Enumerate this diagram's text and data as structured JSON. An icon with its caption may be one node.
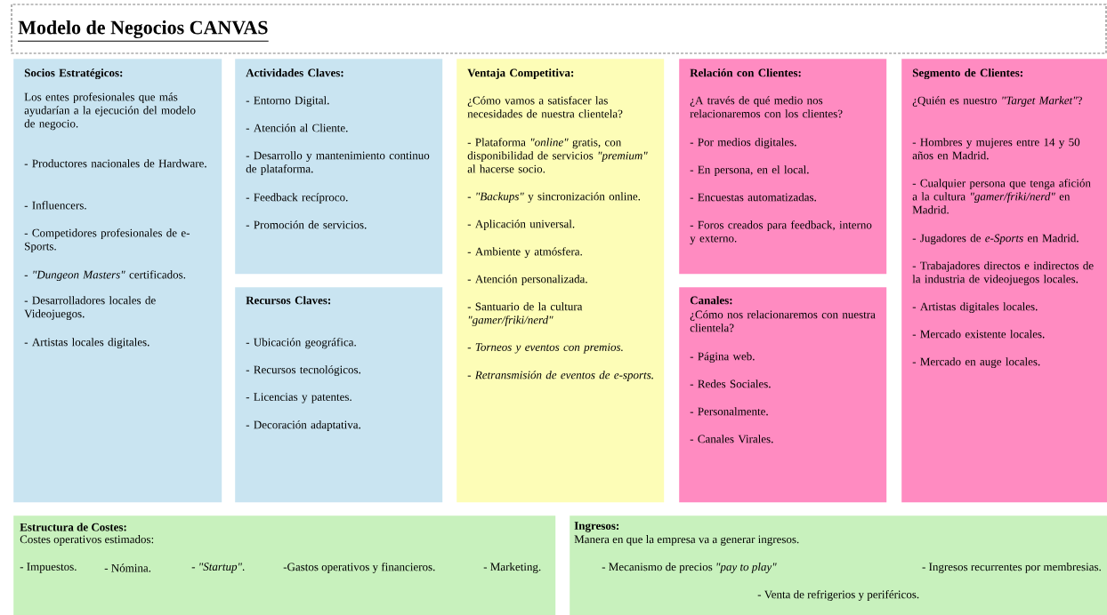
{
  "diagram": {
    "title": "Modelo de Negocios CANVAS",
    "nodes": [
      {
        "text": [
          "Socios Estratégicos:",
          "Los entes profesionales que más ayudarían a la ejecución del modelo de negocio.",
          "- Productores nacionales de Hardware.",
          "- Influencers.",
          "- Competidores profesionales de e-Sports.",
          "- *\"Dungeon Masters\"* certificados.",
          "- Desarrolladores locales de Videojuegos.",
          "- Artistas locales digitales."
        ]
      },
      {
        "text": [
          "Actividades Claves:",
          "- Entorno Digital.",
          "- Atención al Cliente.",
          "- Desarrollo y mantenimiento continuo de plataforma.",
          "- Feedback recíproco.",
          "- Promoción de servicios."
        ]
      },
      {
        "text": [
          "Recursos Claves:",
          "- Ubicación geográfica.",
          "- Recursos tecnológicos.",
          "- Licencias y patentes.",
          "- Decoración adaptativa."
        ]
      },
      {
        "text": [
          "Ventaja Competitiva:",
          "¿Cómo vamos a satisfacer las necesidades de nuestra clientela?",
          "- Plataforma *\"online\"* gratis, con disponibilidad de servicios *\"premium\"* al hacerse socio.",
          "- *\"Backups\"* y sincronización online.",
          "- Aplicación universal.",
          "- Ambiente y atmósfera.",
          "- Atención personalizada.",
          "- Santuario de la cultura *\"gamer/friki/nerd\"*",
          "- Torneos y eventos con premios.",
          "- Retransmisión de eventos de e-sports."
        ]
      },
      {
        "text": [
          "Relación con Clientes:",
          "¿A través de qué medio nos relacionaremos con los clientes?",
          "- Por medios digitales.",
          "- En persona, en el local.",
          "- Encuestas automatizadas.",
          "- Foros creados para feedback, interno y externo."
        ]
      },
      {
        "text": [
          "Canales:",
          "¿Cómo nos relacionaremos con nuestra clientela?",
          "- Página web.",
          "- Redes Sociales.",
          "- Personalmente.",
          "- Canales Virales."
        ]
      },
      {
        "text": [
          "Segmento de Clientes:",
          "¿Quién es nuestro *\"Target Market\"*?",
          "- Hombres y mujeres entre 14 y 50 años en Madrid.",
          "- Cualquier persona que tenga afición a la cultura *\"gamer/friki/nerd\"* en Madrid.",
          "- Jugadores de *e-Sports* en Madrid.",
          "- Trabajadores directos e indirectos de la industria de videojuegos locales.",
          "- Artistas digitales locales.",
          "- Mercado existente locales.",
          "- Mercado en auge locales."
        ]
      },
      {
        "text": [
          "Estructura de Costes:",
          "Costes operativos estimados:",
          "- Impuestos.",
          "- Nómina.",
          "- *\"Startup\"*.",
          "-Gastos operativos y financieros.",
          "- Marketing."
        ]
      },
      {
        "text": [
          "Ingresos:",
          "Manera en que la empresa va a generar ingresos.",
          "- Mecanismo de precios *\"pay to play\"*",
          "- Ingresos recurrentes por membresias.",
          "- Venta de refrigerios y periféricos."
        ]
      }
    ]
  }
}
